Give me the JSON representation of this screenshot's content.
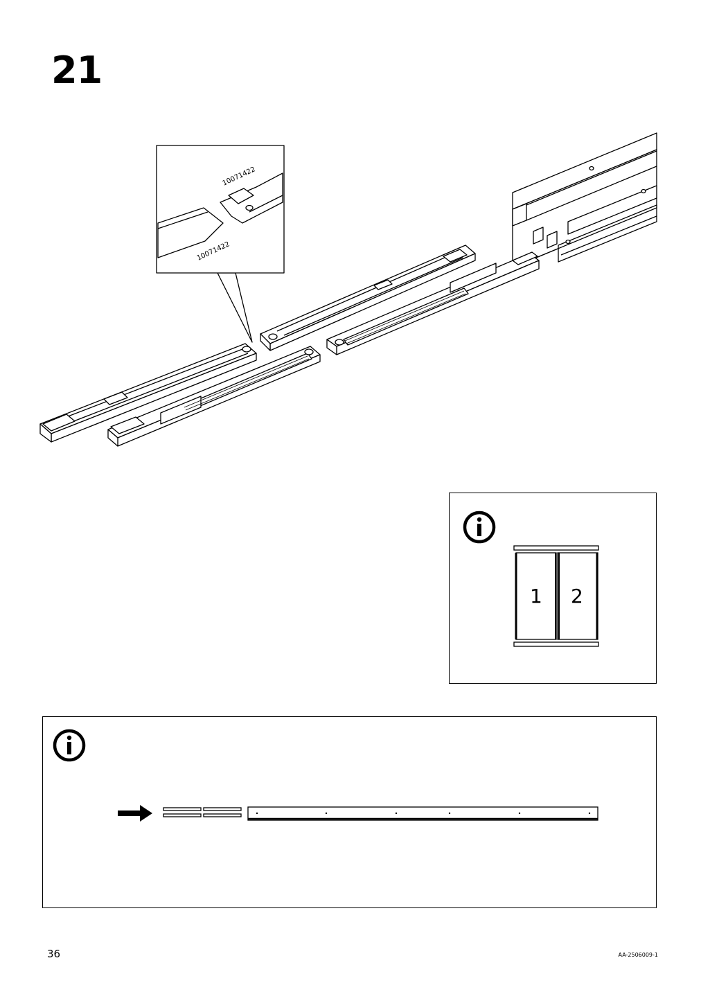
{
  "step": {
    "number": "21"
  },
  "detail": {
    "part_number_top": "10071422",
    "part_number_bottom": "10071422"
  },
  "door_diagram": {
    "icon": "info-icon",
    "door_labels": [
      "1",
      "2"
    ]
  },
  "rail_info": {
    "icon": "info-icon",
    "arrow_icon": "right-arrow-icon"
  },
  "footer": {
    "page_number": "36",
    "document_code": "AA-2506009-1"
  }
}
